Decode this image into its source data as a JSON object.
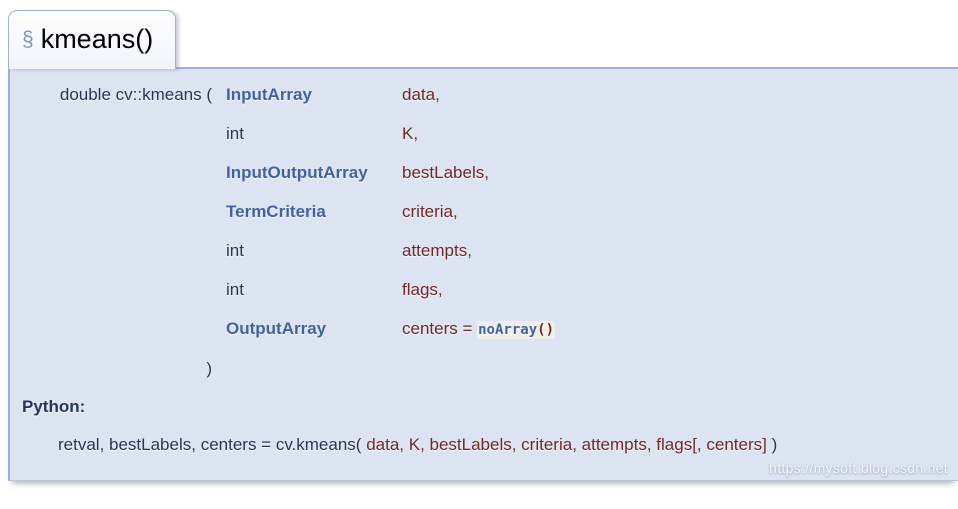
{
  "doc": {
    "title_tab": {
      "anchor": "§",
      "label": "kmeans()"
    },
    "signature": {
      "prefix": "double cv::kmeans",
      "open_paren": "(",
      "close_paren": ")",
      "params": [
        {
          "type": "InputArray",
          "link": true,
          "name": "data,"
        },
        {
          "type": "int",
          "link": false,
          "name": "K,"
        },
        {
          "type": "InputOutputArray",
          "link": true,
          "name": "bestLabels,"
        },
        {
          "type": "TermCriteria",
          "link": true,
          "name": "criteria,"
        },
        {
          "type": "int",
          "link": false,
          "name": "attempts,"
        },
        {
          "type": "int",
          "link": false,
          "name": "flags,"
        },
        {
          "type": "OutputArray",
          "link": true,
          "name": "centers = ",
          "default_code": "noArray",
          "default_paren": "()"
        }
      ]
    },
    "python": {
      "label": "Python:",
      "lhs": "retval, bestLabels, centers = cv.kmeans(",
      "args": " data, K, bestLabels, criteria, attempts, flags[, centers]",
      "rhs": " )"
    },
    "watermark": "https://mysoft.blog.csdn.net",
    "colors": {
      "panel_background": "#dce3f1",
      "panel_border": "#9fb1d0",
      "function_text": "#253555",
      "type_link": "#4161a2",
      "param_name": "#6f2727",
      "code_background": "#efefe9",
      "permalink": "#7c93c3"
    }
  }
}
